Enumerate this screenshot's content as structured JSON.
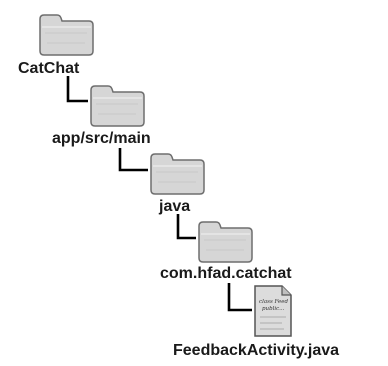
{
  "tree": {
    "nodes": [
      {
        "label": "CatChat",
        "icon": "folder-icon"
      },
      {
        "label": "app/src/main",
        "icon": "folder-icon"
      },
      {
        "label": "java",
        "icon": "folder-icon"
      },
      {
        "label": "com.hfad.catchat",
        "icon": "folder-icon"
      },
      {
        "label": "FeedbackActivity.java",
        "icon": "java-file-icon",
        "file_snippet": [
          "class Feed",
          "public..."
        ]
      }
    ],
    "colors": {
      "folder_fill": "#d6d6d6",
      "folder_stroke": "#6e6e6e",
      "connector": "#000000",
      "label_text": "#1a1a1a"
    }
  }
}
